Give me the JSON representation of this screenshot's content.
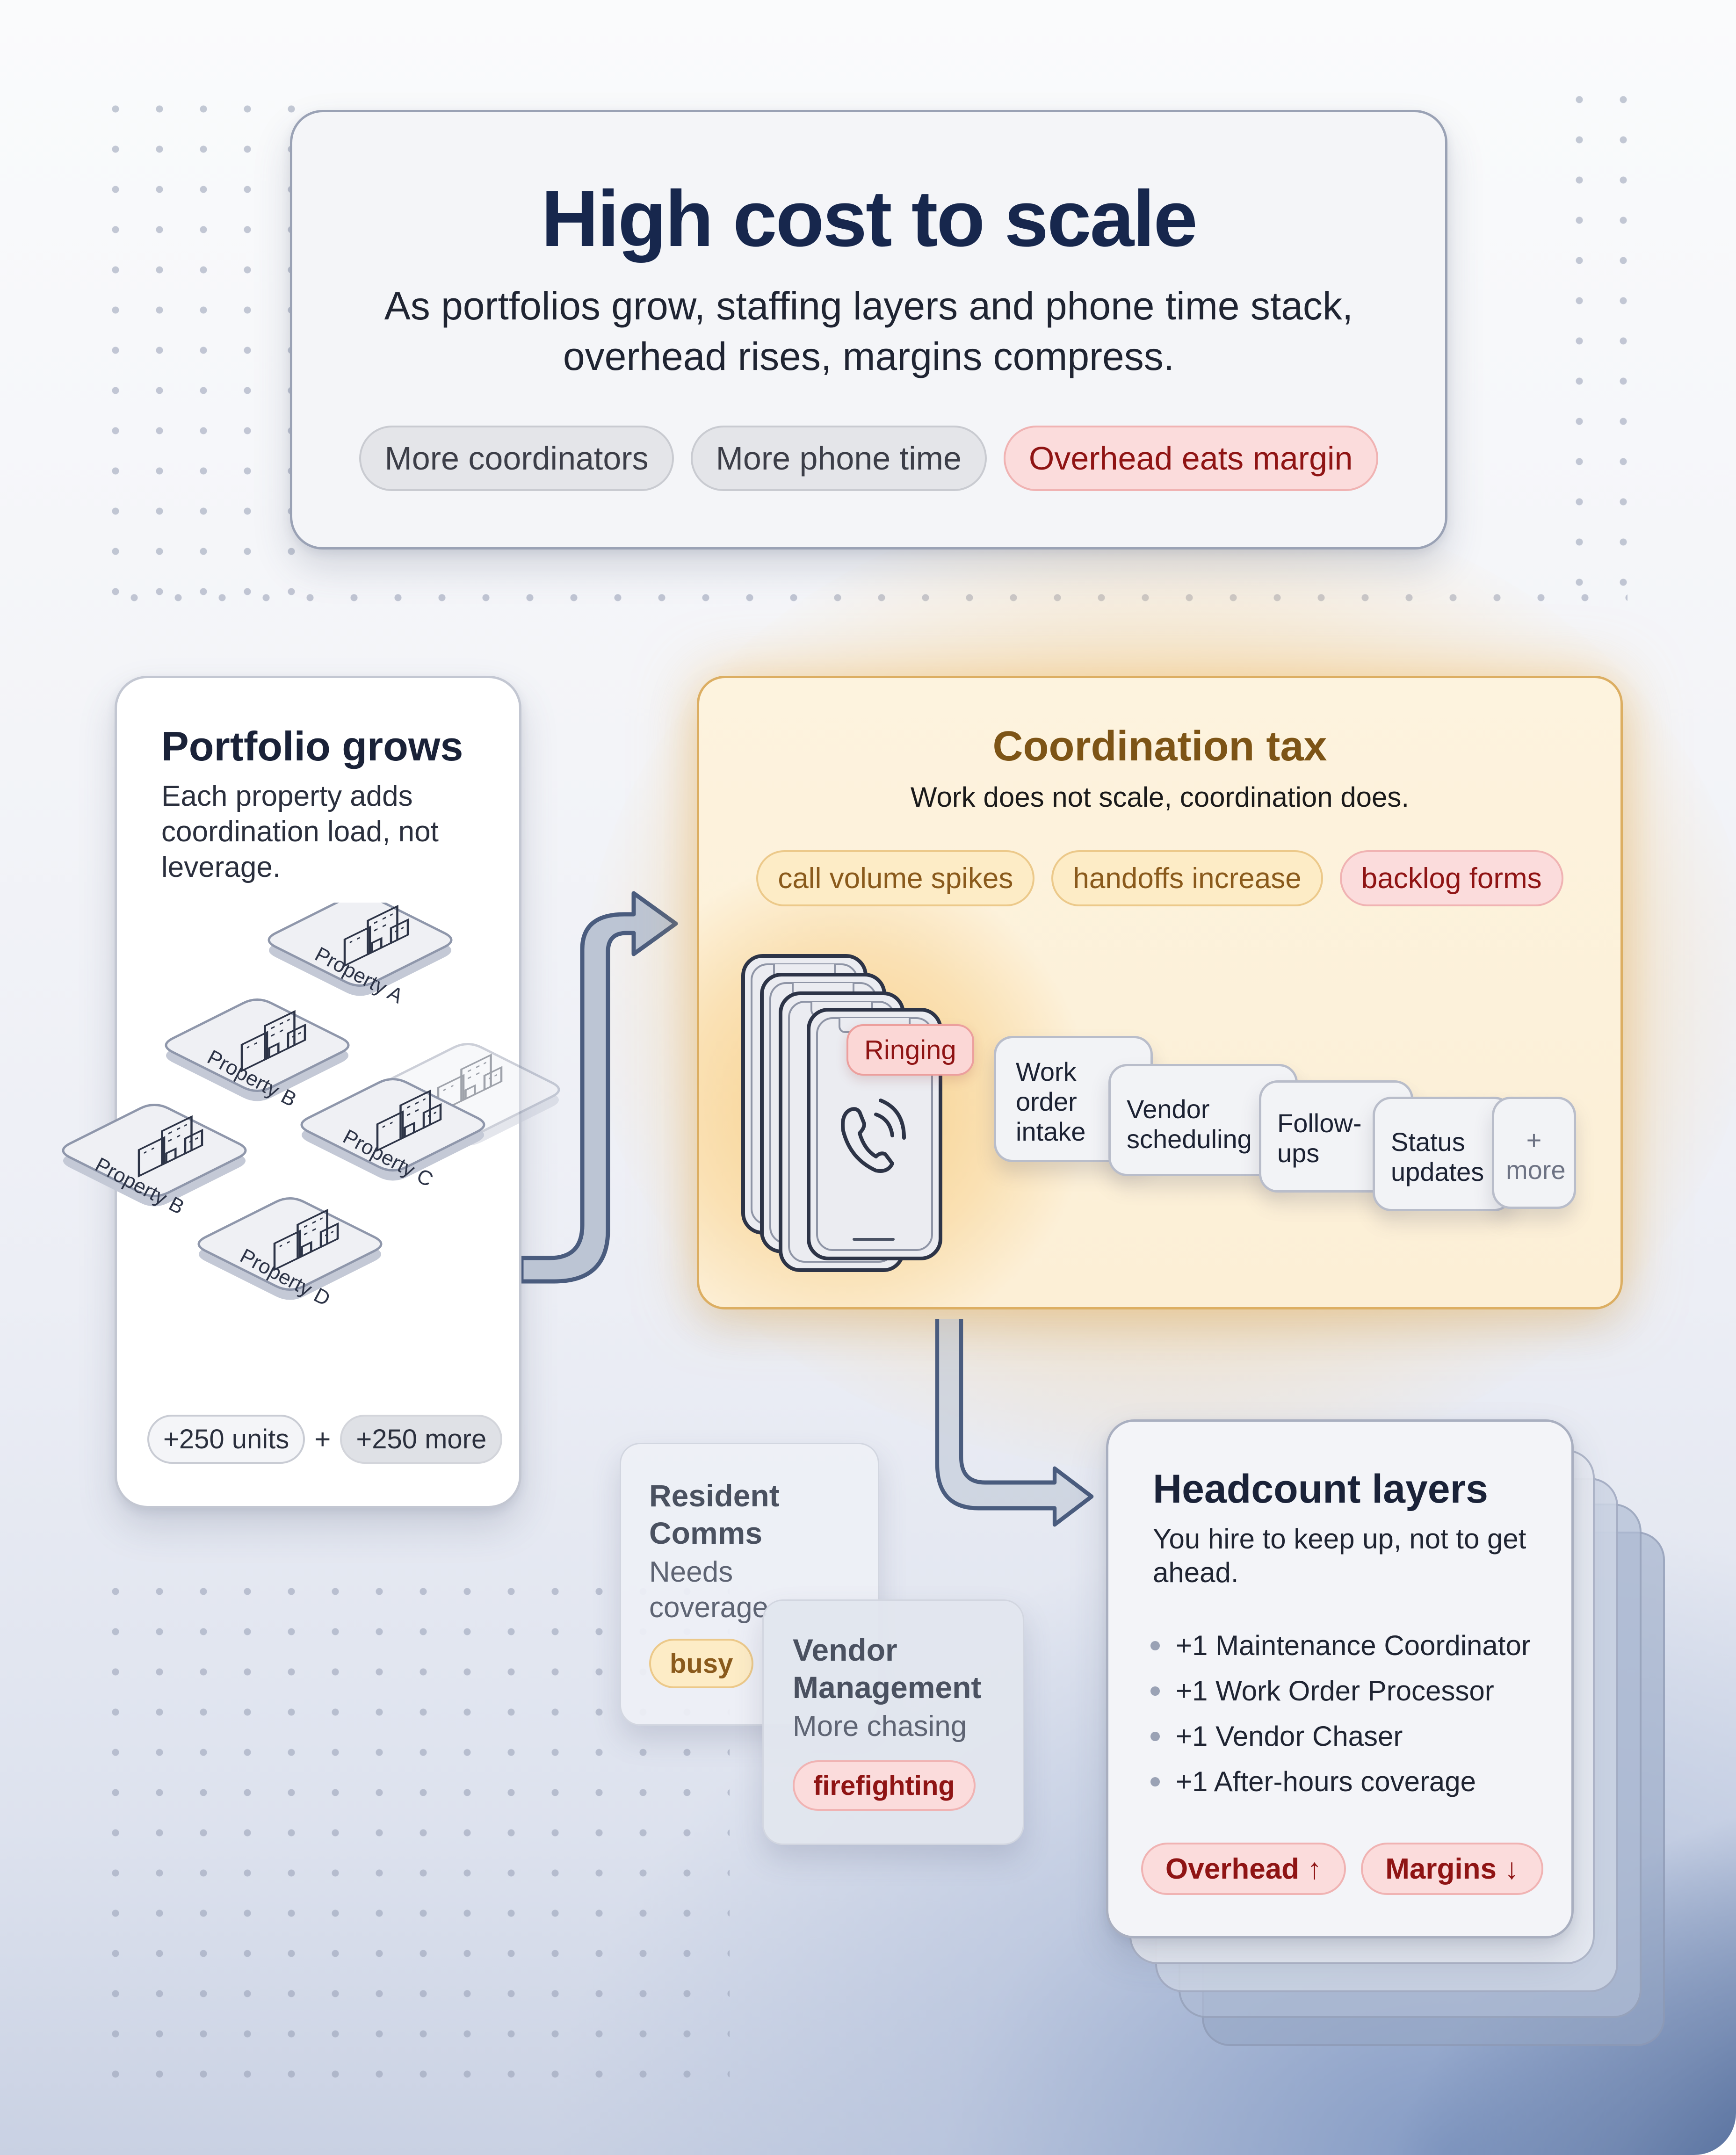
{
  "header": {
    "title": "High cost to scale",
    "subtitle": "As portfolios grow, staffing layers and phone time stack, overhead rises, margins compress.",
    "tags": [
      {
        "label": "More coordinators",
        "tone": "gray"
      },
      {
        "label": "More phone time",
        "tone": "gray"
      },
      {
        "label": "Overhead eats margin",
        "tone": "red"
      }
    ]
  },
  "portfolio": {
    "title": "Portfolio grows",
    "description": "Each property adds coordination load, not leverage.",
    "properties": [
      {
        "label": "Property A",
        "icon": "building-icon"
      },
      {
        "label": "Property B",
        "icon": "building-icon"
      },
      {
        "label": "Property B",
        "icon": "building-icon"
      },
      {
        "label": "Property C",
        "icon": "building-icon"
      },
      {
        "label": "Property D",
        "icon": "building-icon"
      },
      {
        "label": "",
        "icon": "building-icon",
        "faded": true
      }
    ],
    "footer": {
      "units_label": "+250 units",
      "plus": "+",
      "more_label": "+250 more"
    }
  },
  "coordination": {
    "title": "Coordination tax",
    "subtitle": "Work does not scale, coordination does.",
    "tags": [
      {
        "label": "call volume spikes",
        "tone": "amber"
      },
      {
        "label": "handoffs increase",
        "tone": "amber"
      },
      {
        "label": "backlog forms",
        "tone": "red"
      }
    ],
    "phone_badge": "Ringing",
    "phone_icon": "phone-ringing-icon",
    "tasks": [
      {
        "label": "Work order intake"
      },
      {
        "label": "Vendor scheduling"
      },
      {
        "label": "Follow-ups"
      },
      {
        "label": "Status updates"
      },
      {
        "label": "+ more"
      }
    ]
  },
  "side_cards": [
    {
      "title": "Resident Comms",
      "subtitle": "Needs coverage",
      "tag": "busy",
      "tone": "amber"
    },
    {
      "title": "Vendor Management",
      "subtitle": "More chasing",
      "tag": "firefighting",
      "tone": "red"
    }
  ],
  "headcount": {
    "title": "Headcount layers",
    "description": "You hire to keep up, not to get ahead.",
    "items": [
      "+1 Maintenance Coordinator",
      "+1 Work Order Processor",
      "+1 Vendor Chaser",
      "+1 After-hours coverage"
    ],
    "tags": [
      {
        "label": "Overhead ↑",
        "tone": "red"
      },
      {
        "label": "Margins ↓",
        "tone": "red"
      }
    ]
  },
  "colors": {
    "navy_title": "#17274d",
    "amber_title": "#7d5416",
    "red_text": "#8f1414",
    "arrow_fill": "#bcc5d4",
    "arrow_stroke": "#4a5c7e",
    "bg_corner": "#3f5a8a"
  }
}
